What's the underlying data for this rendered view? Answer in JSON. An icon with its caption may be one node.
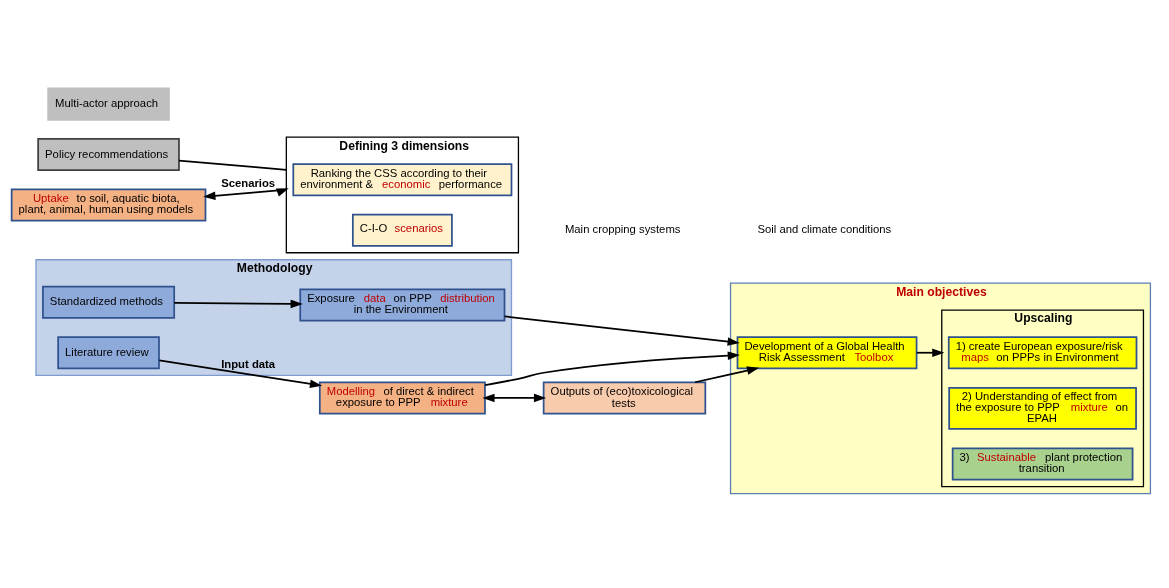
{
  "diagram": {
    "nodes": [
      {
        "text": [
          "Methodology"
        ]
      },
      {
        "text": [
          "Standardized methods"
        ],
        "in": 0
      },
      {
        "text": [
          "Exposure **data** on PPP **distribution** in the Environment"
        ],
        "in": 0
      },
      {
        "text": [
          "Literature review"
        ],
        "in": 0
      },
      {
        "text": [
          "**Main objectives**"
        ]
      },
      {
        "text": [
          "Development of a Global Health Risk Assessment **Toolbox**"
        ],
        "in": 4
      },
      {
        "text": [
          "Upscaling"
        ],
        "in": 4
      },
      {
        "text": [
          "1) create European exposure/risk **maps** on PPPs in Environment"
        ],
        "in": 6
      },
      {
        "text": [
          "2) Understanding of effect from the exposure to PPP **mixture** on EPAH"
        ],
        "in": 6
      },
      {
        "text": [
          "3) **Sustainable** plant protection transition"
        ],
        "in": 6
      },
      {
        "text": [
          "Policy recommendations"
        ]
      },
      {
        "text": [
          "**Modelling** of direct & indirect exposure to PPP **mixture**"
        ]
      },
      {
        "text": [
          "**Uptake** to soil, aquatic biota, plant, animal, human using models"
        ]
      },
      {
        "text": [
          "Outputs of (eco)toxicological tests"
        ]
      },
      {
        "text": [
          "Defining 3 dimensions"
        ]
      },
      {
        "text": [
          "Ranking the CSS according to their environment & **economic** performance"
        ],
        "in": 14
      },
      {
        "text": [
          "C-I-O **scenarios**"
        ],
        "in": 14
      },
      {
        "text": [
          "Multi-actor approach"
        ]
      }
    ],
    "edges": [
      {
        "from": 1,
        "to": 2,
        "arrow": "to"
      },
      {
        "from": 2,
        "to": 5,
        "arrow": "to"
      },
      {
        "from": 5,
        "to": 6,
        "arrow": "to"
      },
      {
        "from": 3,
        "to": 11,
        "arrow": "to",
        "label": "Input data"
      },
      {
        "from": 11,
        "to": 5,
        "arrow": "to"
      },
      {
        "from": 13,
        "to": 5,
        "arrow": "to"
      },
      {
        "from": 11,
        "to": 13,
        "arrow": "both"
      },
      {
        "from": 12,
        "to": 14,
        "arrow": "both",
        "label": "Scenarios"
      },
      {
        "from": 10,
        "to": 14,
        "arrow": "none"
      }
    ],
    "labels": [
      "Main cropping systems",
      "Soil and climate conditions"
    ]
  }
}
